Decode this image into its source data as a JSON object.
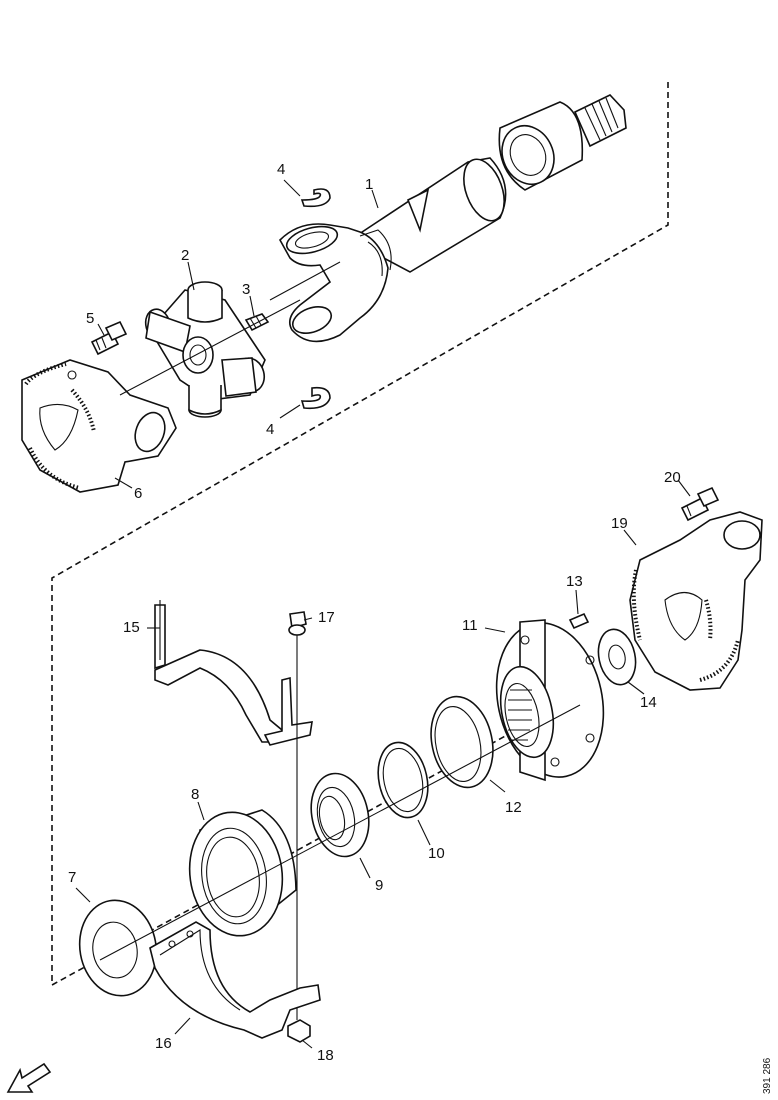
{
  "callouts": [
    {
      "id": "1",
      "text": "1"
    },
    {
      "id": "2",
      "text": "2"
    },
    {
      "id": "3",
      "text": "3"
    },
    {
      "id": "4a",
      "text": "4"
    },
    {
      "id": "4b",
      "text": "4"
    },
    {
      "id": "5",
      "text": "5"
    },
    {
      "id": "6",
      "text": "6"
    },
    {
      "id": "7",
      "text": "7"
    },
    {
      "id": "8",
      "text": "8"
    },
    {
      "id": "9",
      "text": "9"
    },
    {
      "id": "10",
      "text": "10"
    },
    {
      "id": "11",
      "text": "11"
    },
    {
      "id": "12",
      "text": "12"
    },
    {
      "id": "13",
      "text": "13"
    },
    {
      "id": "14",
      "text": "14"
    },
    {
      "id": "15",
      "text": "15"
    },
    {
      "id": "16",
      "text": "16"
    },
    {
      "id": "17",
      "text": "17"
    },
    {
      "id": "18",
      "text": "18"
    },
    {
      "id": "19",
      "text": "19"
    },
    {
      "id": "20",
      "text": "20"
    }
  ],
  "reference_number": "391 286"
}
